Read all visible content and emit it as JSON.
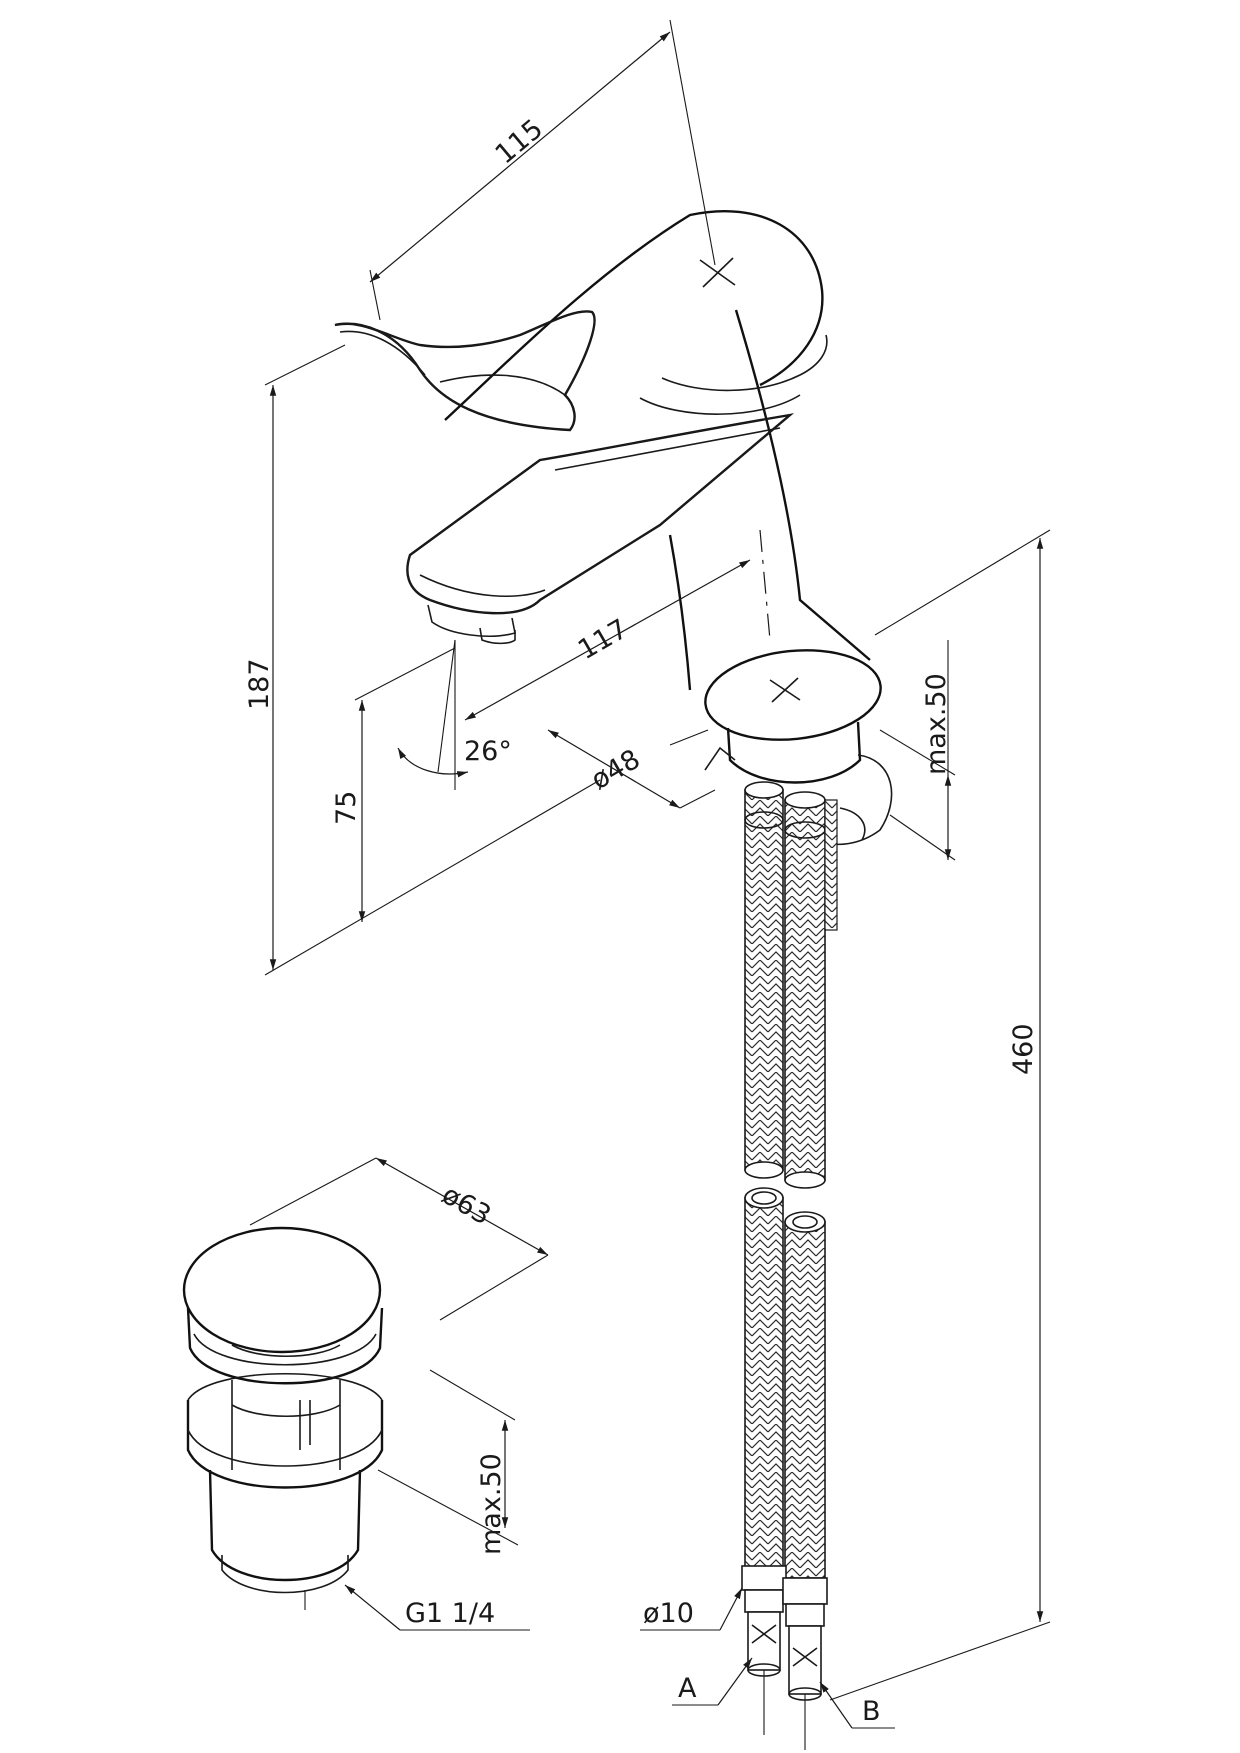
{
  "dimensions": {
    "d115": "115",
    "d117": "117",
    "d187": "187",
    "d75": "75",
    "d26": "26°",
    "d48": "ø48",
    "dmax50_top": "max.50",
    "d460": "460",
    "d63": "ø63",
    "dmax50_bottom": "max.50",
    "thread": "G1  1/4",
    "d10": "ø10"
  },
  "callouts": {
    "hose_a": "A",
    "hose_b": "B"
  }
}
